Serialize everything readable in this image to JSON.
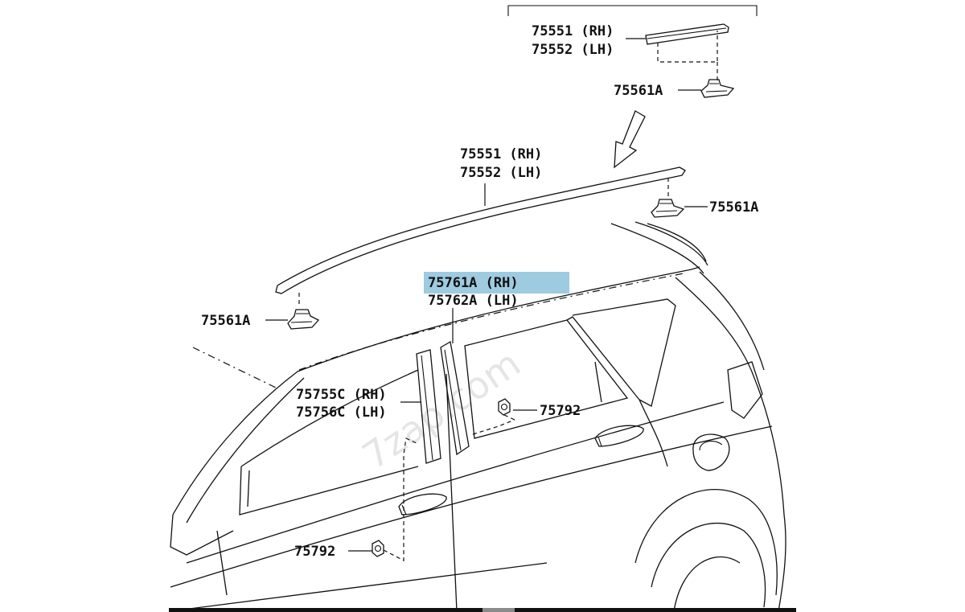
{
  "labels": {
    "top_rh": "75551 (RH)",
    "top_lh": "75552 (LH)",
    "top_clip": "75561A",
    "main_rh": "75551 (RH)",
    "main_lh": "75552 (LH)",
    "rear_clip": "75561A",
    "front_clip": "75561A",
    "pillar_rh": "75761A (RH)",
    "pillar_lh": "75762A (LH)",
    "front_pillar_rh": "75755C (RH)",
    "front_pillar_lh": "75756C (LH)",
    "rear_fastener": "75792",
    "front_fastener": "75792"
  },
  "highlight_color": "#9ecbe0",
  "watermark": "7zap.com"
}
